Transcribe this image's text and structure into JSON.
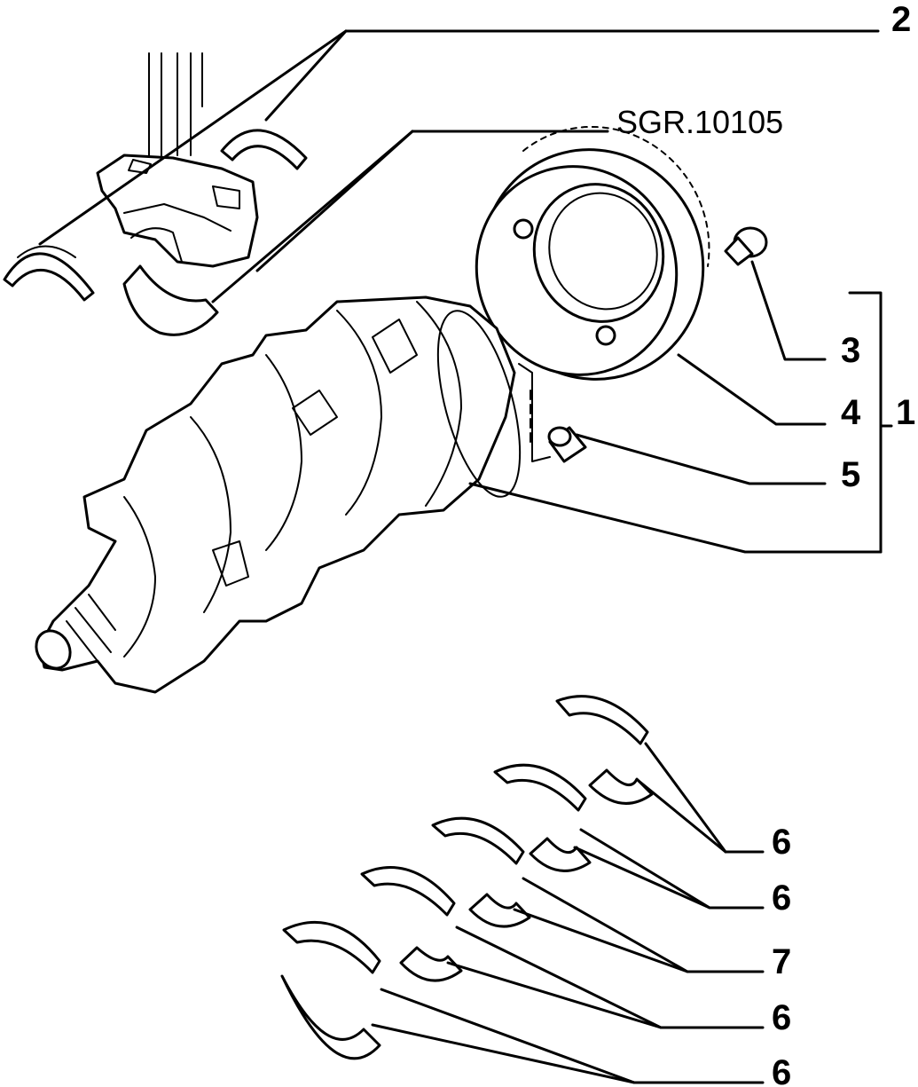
{
  "reference_code": "SGR.10105",
  "callouts": {
    "c1": "1",
    "c2": "2",
    "c3": "3",
    "c4": "4",
    "c5": "5",
    "c6a": "6",
    "c6b": "6",
    "c7": "7",
    "c6c": "6",
    "c6d": "6"
  }
}
